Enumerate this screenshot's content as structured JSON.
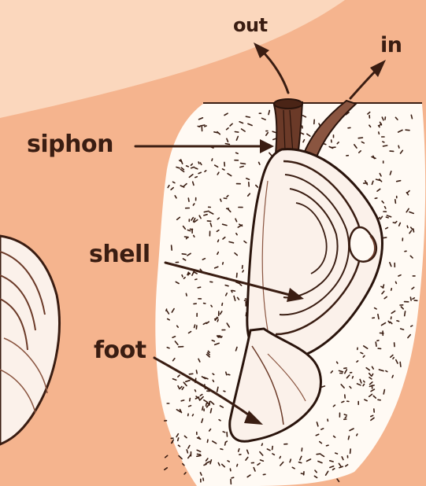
{
  "diagram": {
    "labels": {
      "out": "out",
      "in": "in",
      "siphon": "siphon",
      "shell": "shell",
      "foot": "foot"
    },
    "colors": {
      "background": "#f5b48e",
      "light_band": "#fbd7bd",
      "sand": "#fffaf4",
      "ink": "#3a1d12"
    }
  }
}
